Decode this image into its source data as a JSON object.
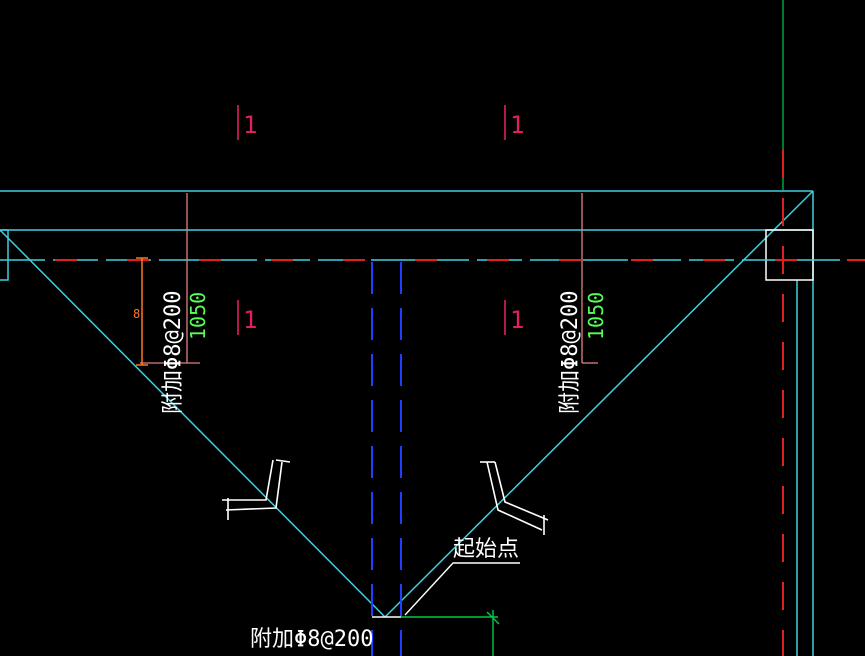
{
  "drawing": {
    "background": "#000000",
    "colors": {
      "outline": "#3fd0e0",
      "axis": "#e02020",
      "grid_blue": "#2040ff",
      "dimension": "#e08080",
      "dim_text": "#55ff55",
      "marker": "#e0205a",
      "leader_orange": "#ff7722",
      "crosshair": "#00cc44",
      "text": "#ffffff"
    },
    "labels": {
      "rebar_left": "附加Φ8@200",
      "rebar_right": "附加Φ8@200",
      "rebar_bottom": "附加Φ8@200",
      "dim_left": "1050",
      "dim_right": "1050",
      "start_point": "起始点",
      "marker_1a": "1",
      "marker_1b": "1",
      "marker_1c": "1",
      "marker_1d": "1",
      "orange_mark": "8"
    }
  }
}
